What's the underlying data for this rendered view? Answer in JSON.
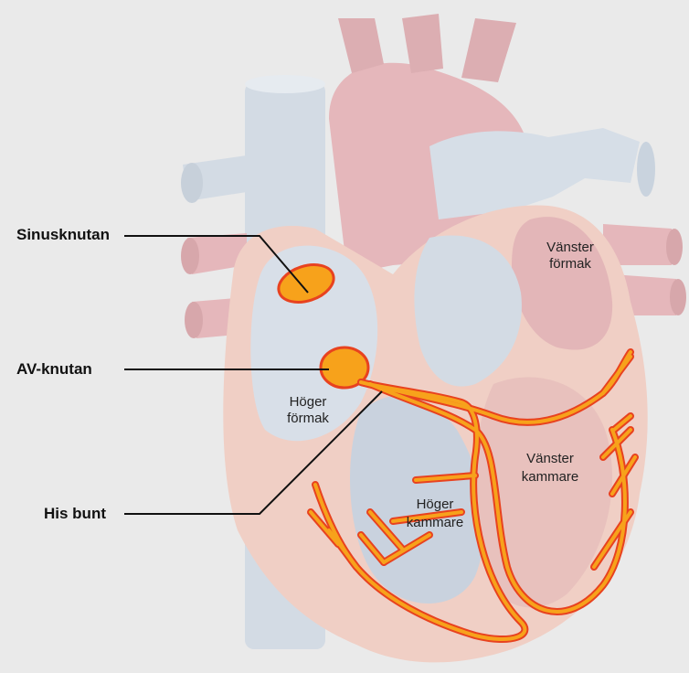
{
  "callouts": {
    "sinus": "Sinusknutan",
    "av": "AV-knutan",
    "his": "His bunt"
  },
  "regions": {
    "right_atrium": [
      "Höger",
      "förmak"
    ],
    "left_atrium": [
      "Vänster",
      "förmak"
    ],
    "right_ventricle": [
      "Höger",
      "kammare"
    ],
    "left_ventricle": [
      "Vänster",
      "kammare"
    ]
  },
  "colors": {
    "background": "#eaeaea",
    "node_fill": "#f7a21b",
    "conduction_outline": "#e8421f",
    "vessel_blue": "#cfd8e2",
    "vessel_red": "#e9b3b5",
    "muscle": "#eec6bc"
  }
}
